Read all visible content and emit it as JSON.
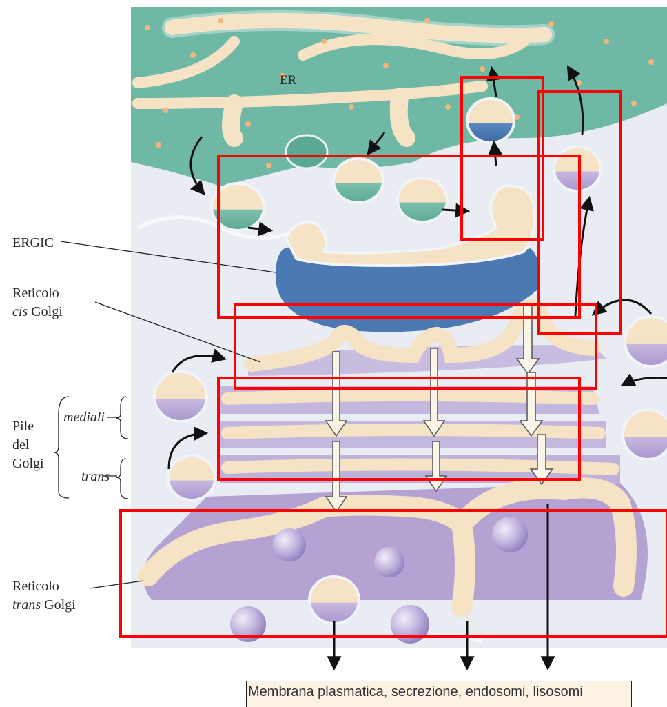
{
  "labels": {
    "er": "ER",
    "ergic": "ERGIC",
    "cis_line1": "Reticolo",
    "cis_line2_italic": "cis",
    "cis_line2_rest": " Golgi",
    "pile_line1": "Pile",
    "pile_line2": "del",
    "pile_line3": "Golgi",
    "mediali": "mediali",
    "trans": "trans",
    "tgn_line1": "Reticolo",
    "tgn_line2_italic": "trans",
    "tgn_line2_rest": " Golgi"
  },
  "caption": "Membrana plasmatica, secrezione, endosomi, lisosomi",
  "colors": {
    "er": "#6fb8a6",
    "ergic": "#4a79b3",
    "golgi_lumen": "#f3dcbc",
    "golgi_membrane": "#b7a8cf",
    "tgn": "#b4a3d2",
    "background": "#eaedf3",
    "highlight_boxes": "#ff0000"
  }
}
